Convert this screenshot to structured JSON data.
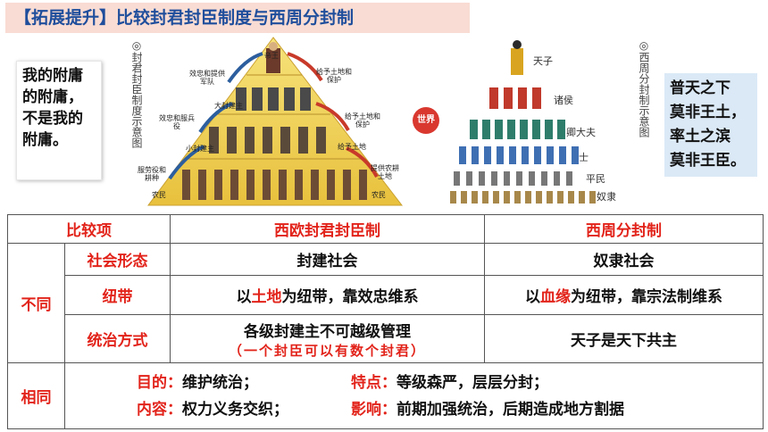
{
  "title": "【拓展提升】比较封君封臣制度与西周分封制",
  "quote_left": "我的附庸的附庸，不是我的附庸。",
  "quote_right": [
    "普天之下",
    "莫非王土，",
    "率土之滨",
    "莫非王臣。"
  ],
  "left_diagram": {
    "vertical_title": "◎封君封臣制度示意图",
    "labels": {
      "king": "帝王",
      "loyal_mil": "效忠和提供军队",
      "grant_land_1": "给予土地和保护",
      "great_lord": "大封建主",
      "loyal_serve": "效忠和服兵役",
      "grant_land_2": "给予土地和保护",
      "small_lord": "小封建主",
      "grant_land_3": "给予土地",
      "labor": "服劳役和耕种",
      "provide_land": "提供农耕土地",
      "peasant_left": "农民",
      "peasant_right": "农民"
    }
  },
  "seal_text": "世界",
  "right_diagram": {
    "vertical_title": "◎西周分封制示意图",
    "levels": [
      "天子",
      "诸侯",
      "卿大夫",
      "士",
      "平民",
      "奴隶"
    ]
  },
  "table": {
    "header": {
      "item": "比较项",
      "west": "西欧封君封臣制",
      "zhou": "西周分封制"
    },
    "diff_label": "不同",
    "rows": [
      {
        "name": "社会形态",
        "west": "封建社会",
        "zhou": "奴隶社会"
      },
      {
        "name": "纽带",
        "west_pre": "以",
        "west_key": "土地",
        "west_post": "为纽带，靠效忠维系",
        "zhou_pre": "以",
        "zhou_key": "血缘",
        "zhou_post": "为纽带，靠宗法制维系"
      },
      {
        "name": "统治方式",
        "west": "各级封建主不可越级管理",
        "west_note": "（一个封臣可以有数个封君）",
        "zhou": "天子是天下共主"
      }
    ],
    "same_label": "相同",
    "same": {
      "purpose_label": "目的：",
      "purpose": "维护统治；",
      "feature_label": "特点：",
      "feature": "等级森严，层层分封；",
      "content_label": "内容：",
      "content": "权力义务交织；",
      "effect_label": "影响：",
      "effect": "前期加强统治，后期造成地方割据"
    }
  }
}
